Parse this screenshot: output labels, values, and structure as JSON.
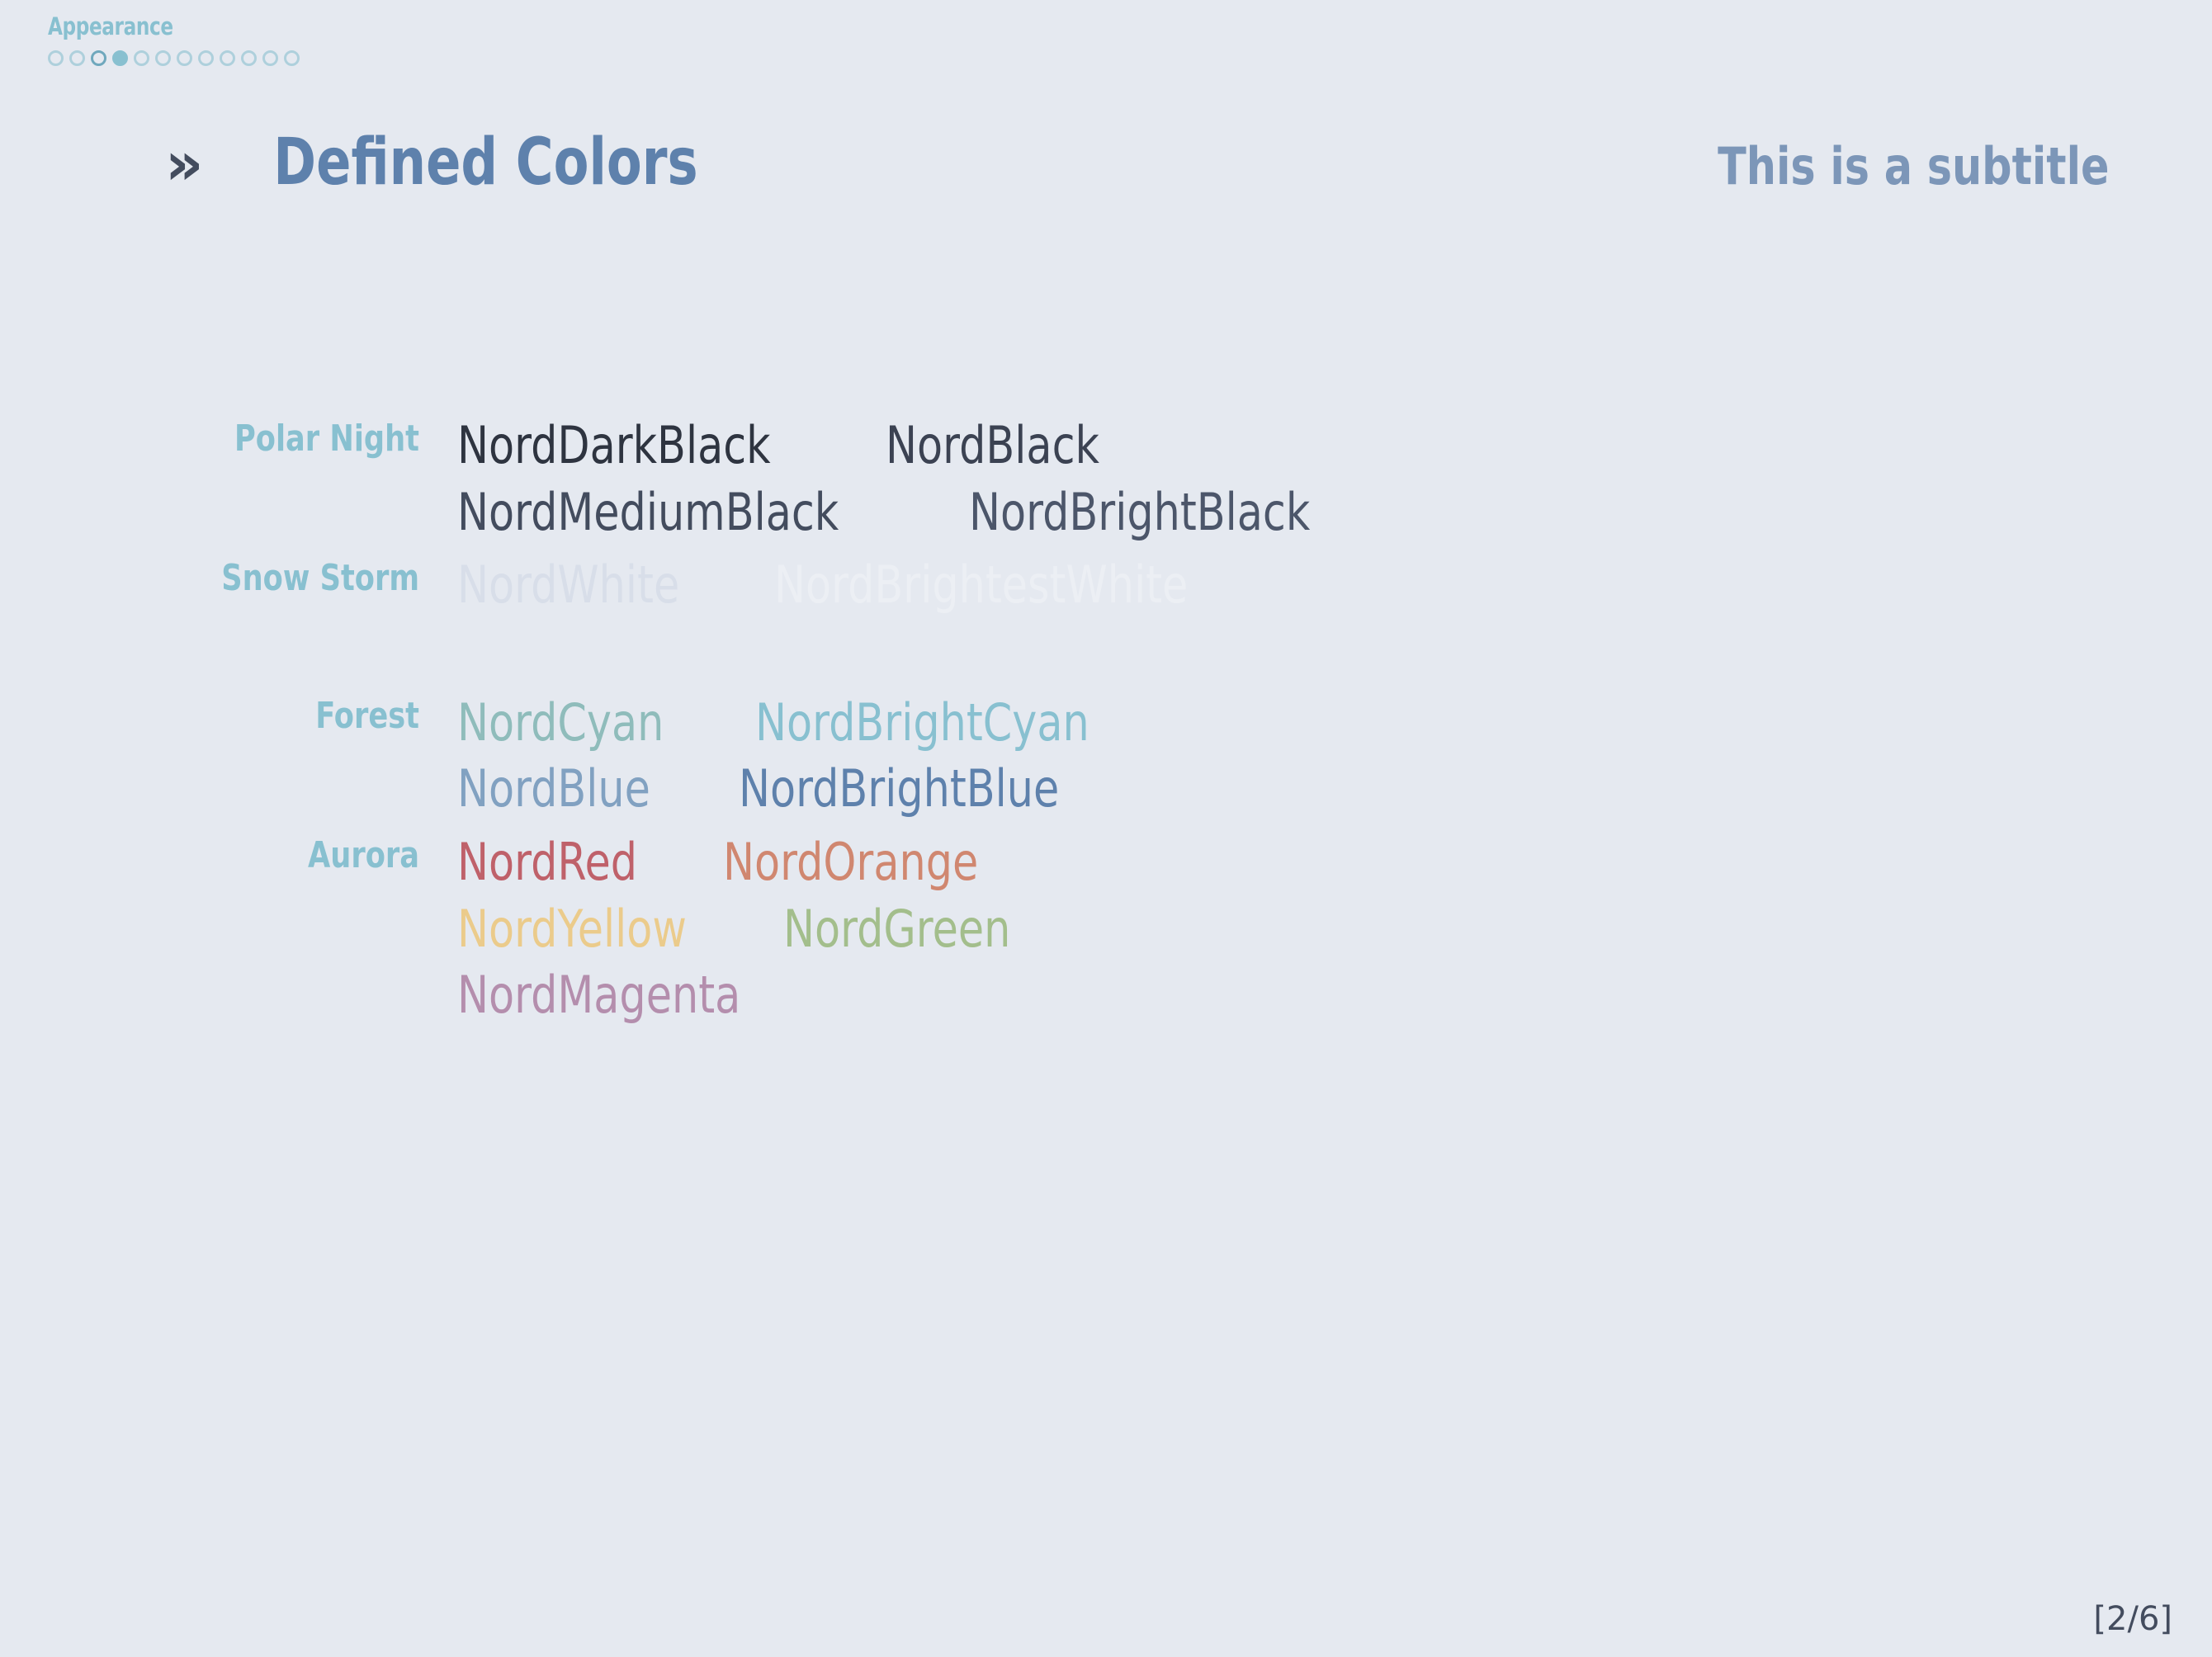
{
  "slide": {
    "section_name": "Appearance",
    "title": "Defined Colors",
    "title_marker": "»",
    "subtitle": "This is a subtitle",
    "page_number": "[2/6]",
    "background_color": "#E5E9F0",
    "title_color": "#5E81AC",
    "subtitle_color": "#7C96B8",
    "marker_color": "#434C5E",
    "label_color": "#88C0D0",
    "page_number_color": "#434C5E"
  },
  "progress_dots": {
    "total": 12,
    "current_index": 3,
    "current_section_index": 2,
    "filled_color": "#88C0D0",
    "outline_color": "#AED0DC",
    "current_section_outline_color": "#6FA8BD"
  },
  "groups": [
    {
      "label": "Polar Night",
      "lines": [
        [
          {
            "name": "NordDarkBlack",
            "color": "#2E3440"
          },
          {
            "name": "NordBlack",
            "color": "#3B4252"
          }
        ],
        [
          {
            "name": "NordMediumBlack",
            "color": "#434C5E"
          },
          {
            "name": "NordBrightBlack",
            "color": "#4C566A"
          }
        ]
      ]
    },
    {
      "label": "Snow Storm",
      "lines": [
        [
          {
            "name": "NordWhite",
            "color": "#D8DEE9"
          },
          {
            "name": "NordBrightestWhite",
            "color": "#ECEFF4"
          }
        ]
      ]
    },
    {
      "label": "Forest",
      "lines": [
        [
          {
            "name": "NordCyan",
            "color": "#8FBCBB"
          },
          {
            "name": "NordBrightCyan",
            "color": "#88C0D0"
          }
        ],
        [
          {
            "name": "NordBlue",
            "color": "#81A1C1"
          },
          {
            "name": "NordBrightBlue",
            "color": "#5E81AC"
          }
        ]
      ]
    },
    {
      "label": "Aurora",
      "lines": [
        [
          {
            "name": "NordRed",
            "color": "#BF616A"
          },
          {
            "name": "NordOrange",
            "color": "#D08770"
          }
        ],
        [
          {
            "name": "NordYellow",
            "color": "#EBCB8B"
          },
          {
            "name": "NordGreen",
            "color": "#A3BE8C"
          }
        ],
        [
          {
            "name": "NordMagenta",
            "color": "#B48EAD"
          }
        ]
      ]
    }
  ]
}
